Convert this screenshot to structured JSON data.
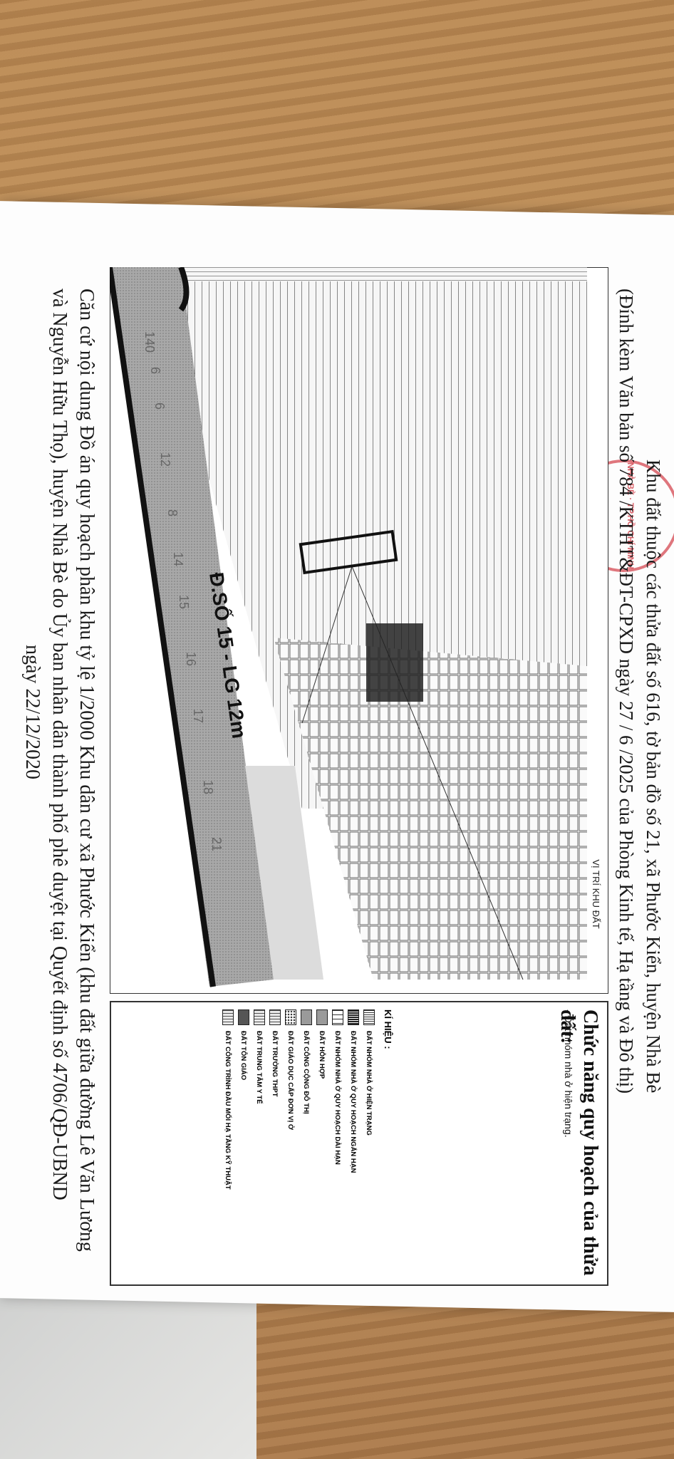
{
  "document": {
    "title_line1": "Khu đất thuộc các thửa đất số 616, tờ bản đồ số 21, xã Phước Kiển, huyện Nhà Bè",
    "title_line2": "(Đính kèm Văn bản số 784   /KTHT&ĐT-CPXD ngày 27 / 6  /2025 của Phòng Kinh tế, Hạ tầng và Đô thị)",
    "footer_line1": "Căn cứ nội dung Đồ án quy hoạch phân khu tỷ lệ 1/2000 Khu dân cư xã Phước Kiển (khu đất giữa đường Lê Văn Lương",
    "footer_line2": "và Nguyễn Hữu Thọ), huyện Nhà Bè do Ủy ban nhân dân thành phố phê duyệt tại Quyết định số 4706/QĐ-UBND",
    "footer_line3": "ngày 22/12/2020",
    "stamp_text": "NHÀ BÈ · TP.HỒ CHÍ MINH"
  },
  "map": {
    "section_title": "VỊ TRÍ KHU ĐẤT",
    "road_label": "Đ.SỐ 15 - LG 12m",
    "parcel_numbers": [
      "140",
      "6",
      "6",
      "12",
      "8",
      "14",
      "15",
      "16",
      "17",
      "18",
      "21"
    ]
  },
  "function_panel": {
    "title": "Chức năng quy hoạch của thửa đất:",
    "value": "- Đất nhóm nhà ở hiện trạng."
  },
  "legend": {
    "title": "KÍ HIỆU :",
    "items": [
      {
        "label": "ĐẤT NHÓM NHÀ Ở HIỆN TRẠNG",
        "pattern": "vlines"
      },
      {
        "label": "ĐẤT NHÓM NHÀ Ở QUY HOẠCH NGẮN HẠN",
        "pattern": "dense"
      },
      {
        "label": "ĐẤT NHÓM NHÀ Ở QUY HOẠCH DÀI HẠN",
        "pattern": "boxes"
      },
      {
        "label": "ĐẤT HỖN HỢP",
        "pattern": "gray"
      },
      {
        "label": "ĐẤT CÔNG CỘNG ĐÔ THỊ",
        "pattern": "gray"
      },
      {
        "label": "ĐẤT GIÁO DỤC CẤP ĐƠN VỊ Ở",
        "pattern": "dots"
      },
      {
        "label": "ĐẤT TRƯỜNG THPT",
        "pattern": "grid"
      },
      {
        "label": "ĐẤT TRUNG TÂM Y TẾ",
        "pattern": "grid"
      },
      {
        "label": "ĐẤT TÔN GIÁO",
        "pattern": "dark"
      },
      {
        "label": "ĐẤT CÔNG TRÌNH ĐẦU MỐI HẠ TẦNG KỸ THUẬT",
        "pattern": "grid"
      }
    ]
  }
}
